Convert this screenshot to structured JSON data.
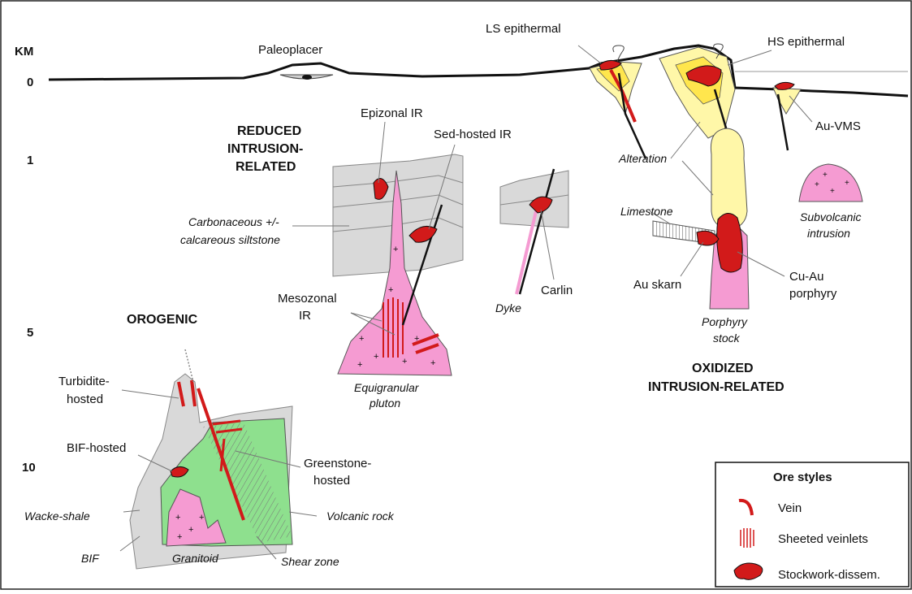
{
  "axis": {
    "unit": "KM",
    "ticks": [
      "0",
      "1",
      "5",
      "10"
    ]
  },
  "headings": {
    "reduced": [
      "REDUCED",
      "INTRUSION-",
      "RELATED"
    ],
    "orogenic": "OROGENIC",
    "oxidized": [
      "OXIDIZED",
      "INTRUSION-RELATED"
    ]
  },
  "labels": {
    "paleoplacer": "Paleoplacer",
    "ls_epithermal": "LS epithermal",
    "hs_epithermal": "HS epithermal",
    "au_vms": "Au-VMS",
    "epizonal_ir": "Epizonal IR",
    "sed_hosted_ir": "Sed-hosted IR",
    "mesozonal_ir": [
      "Mesozonal",
      "IR"
    ],
    "carlin": "Carlin",
    "au_skarn": "Au skarn",
    "cu_au_porphyry": [
      "Cu-Au",
      "porphyry"
    ],
    "turbidite_hosted": [
      "Turbidite-",
      "hosted"
    ],
    "bif_hosted": "BIF-hosted",
    "greenstone_hosted": [
      "Greenstone-",
      "hosted"
    ]
  },
  "rock_labels": {
    "carbonaceous": [
      "Carbonaceous +/-",
      "calcareous siltstone"
    ],
    "equigranular": [
      "Equigranular",
      "pluton"
    ],
    "dyke": "Dyke",
    "alteration": "Alteration",
    "limestone": "Limestone",
    "subvolcanic": [
      "Subvolcanic",
      "intrusion"
    ],
    "porphyry_stock": [
      "Porphyry",
      "stock"
    ],
    "wacke_shale": "Wacke-shale",
    "bif": "BIF",
    "granitoid": "Granitoid",
    "shear_zone": "Shear zone",
    "volcanic_rock": "Volcanic rock"
  },
  "legend": {
    "title": "Ore styles",
    "items": [
      {
        "label": "Vein",
        "icon": "vein-icon"
      },
      {
        "label": "Sheeted veinlets",
        "icon": "sheeted-veinlets-icon"
      },
      {
        "label": "Stockwork-dissem.",
        "icon": "stockwork-icon"
      }
    ]
  },
  "colors": {
    "ore_red": "#d21a1a",
    "pluton_pink": "#f59bd2",
    "greenstone_green": "#8ee08e",
    "sediment_gray": "#d9d9d9",
    "alteration_yellow": "#fff7a8"
  }
}
